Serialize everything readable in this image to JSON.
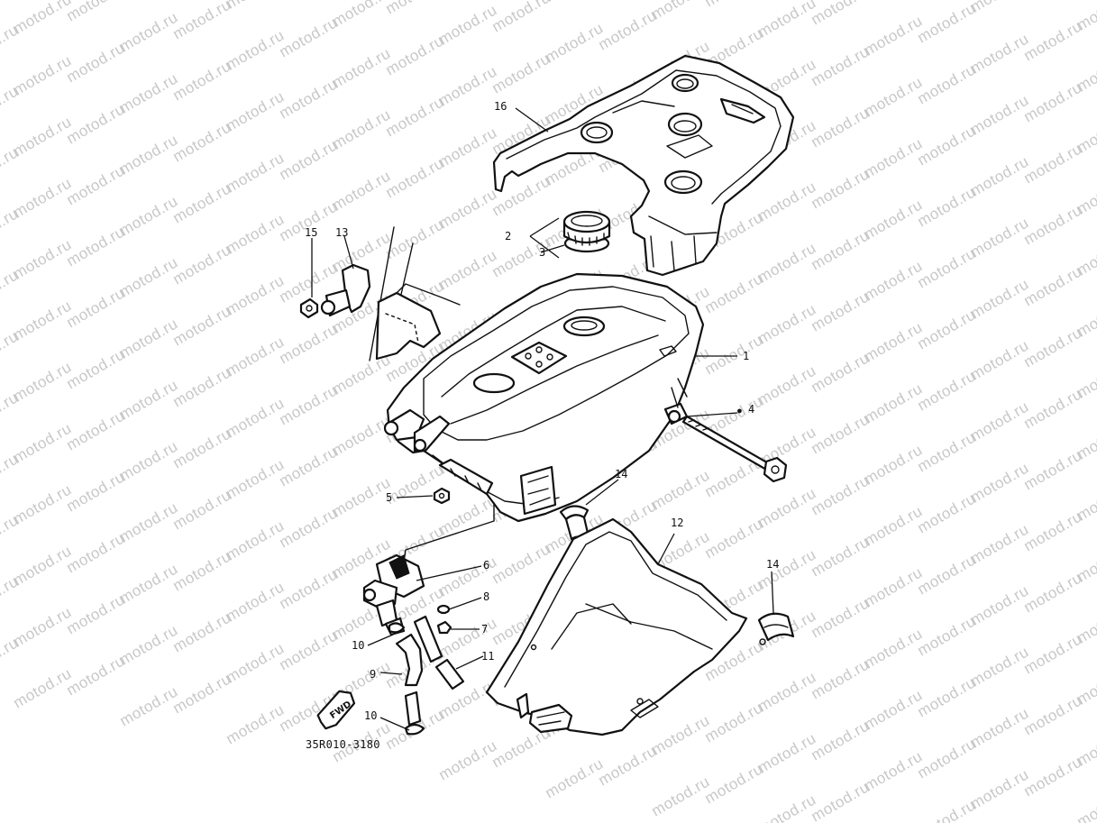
{
  "watermark": {
    "text": "motod.ru",
    "color": "#c8c8c8"
  },
  "diagram": {
    "code": "35R010-3180",
    "direction_label": "FWD",
    "callouts": [
      {
        "id": "c16",
        "label": "16"
      },
      {
        "id": "c2",
        "label": "2"
      },
      {
        "id": "c3",
        "label": "3"
      },
      {
        "id": "c15",
        "label": "15"
      },
      {
        "id": "c13",
        "label": "13"
      },
      {
        "id": "c1",
        "label": "1"
      },
      {
        "id": "c4",
        "label": "4",
        "marker": "●"
      },
      {
        "id": "c5",
        "label": "5"
      },
      {
        "id": "c14a",
        "label": "14"
      },
      {
        "id": "c12",
        "label": "12"
      },
      {
        "id": "c14b",
        "label": "14"
      },
      {
        "id": "c6",
        "label": "6"
      },
      {
        "id": "c8",
        "label": "8"
      },
      {
        "id": "c7",
        "label": "7"
      },
      {
        "id": "c10a",
        "label": "10"
      },
      {
        "id": "c11",
        "label": "11"
      },
      {
        "id": "c9",
        "label": "9"
      },
      {
        "id": "c10b",
        "label": "10"
      }
    ]
  }
}
